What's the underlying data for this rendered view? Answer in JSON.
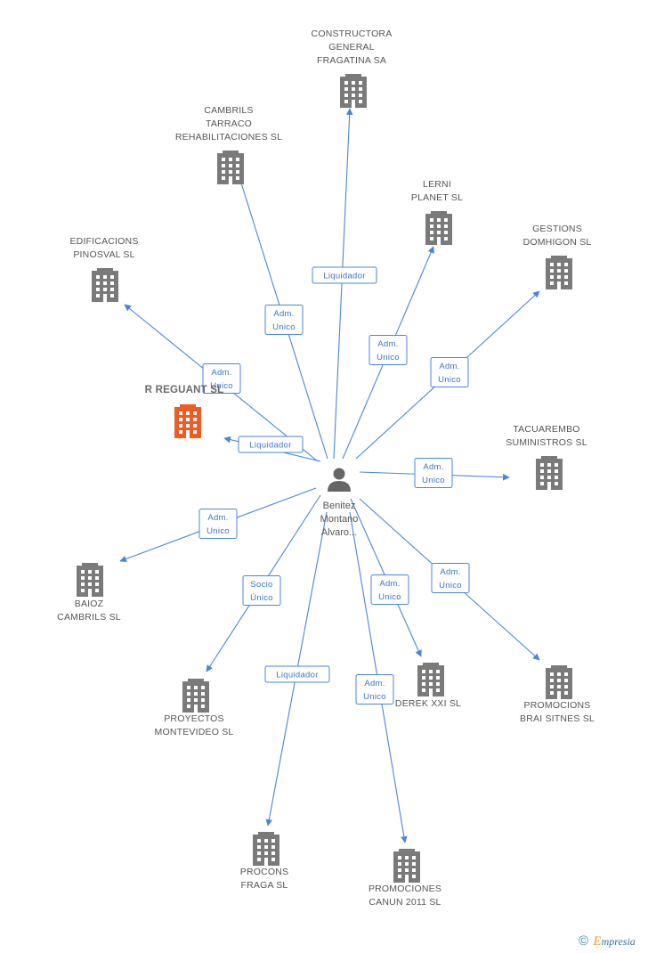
{
  "colors": {
    "edge": "#4a86d8",
    "company": "#7a7a7a",
    "highlight": "#f05a23",
    "person": "#666666",
    "text": "#555555",
    "brand_orange": "#f0a020"
  },
  "center": {
    "icon": "person-icon",
    "name_lines": [
      "Benitez",
      "Montano",
      "Alvaro..."
    ]
  },
  "companies": [
    {
      "id": "constructora",
      "lines": [
        "CONSTRUCTORA",
        "GENERAL",
        "FRAGATINA SA"
      ],
      "role": [
        "Liquidador"
      ],
      "highlight": false
    },
    {
      "id": "cambrils",
      "lines": [
        "CAMBRILS",
        "TARRACO",
        "REHABILITACIONES SL"
      ],
      "role": [
        "Adm.",
        "Unico"
      ],
      "highlight": false
    },
    {
      "id": "lerni",
      "lines": [
        "LERNI",
        "PLANET SL"
      ],
      "role": [
        "Adm.",
        "Unico"
      ],
      "highlight": false
    },
    {
      "id": "gestions",
      "lines": [
        "GESTIONS",
        "DOMHIGON SL"
      ],
      "role": [
        "Adm.",
        "Unico"
      ],
      "highlight": false
    },
    {
      "id": "edificacions",
      "lines": [
        "EDIFICACIONS",
        "PINOSVAL SL"
      ],
      "role": [
        "Adm.",
        "Unico"
      ],
      "highlight": false
    },
    {
      "id": "reguant",
      "lines": [
        "R REGUANT SL"
      ],
      "role": [
        "Liquidador"
      ],
      "highlight": true
    },
    {
      "id": "tacuarembo",
      "lines": [
        "TACUAREMBO",
        "SUMINISTROS SL"
      ],
      "role": [
        "Adm.",
        "Unico"
      ],
      "highlight": false
    },
    {
      "id": "baioz",
      "lines": [
        "BAIOZ",
        "CAMBRILS SL"
      ],
      "role": [
        "Adm.",
        "Unico"
      ],
      "highlight": false
    },
    {
      "id": "proyectos",
      "lines": [
        "PROYECTOS",
        "MONTEVIDEO SL"
      ],
      "role": [
        "Socio",
        "Único"
      ],
      "highlight": false
    },
    {
      "id": "derek",
      "lines": [
        "DEREK XXI  SL"
      ],
      "role": [
        "Adm.",
        "Unico"
      ],
      "highlight": false
    },
    {
      "id": "promociones_brai",
      "lines": [
        "PROMOCIONS",
        "BRAI SITNES SL"
      ],
      "role": [
        "Adm.",
        "Unico"
      ],
      "highlight": false
    },
    {
      "id": "procons",
      "lines": [
        "PROCONS",
        "FRAGA SL"
      ],
      "role": [
        "Liquidador"
      ],
      "highlight": false
    },
    {
      "id": "promociones_canun",
      "lines": [
        "PROMOCIONES",
        "CANUN 2011  SL"
      ],
      "role": [
        "Adm.",
        "Unico"
      ],
      "highlight": false
    }
  ],
  "footer": {
    "copyright_symbol": "©",
    "brand_initial": "E",
    "brand_rest": "mpresia"
  }
}
